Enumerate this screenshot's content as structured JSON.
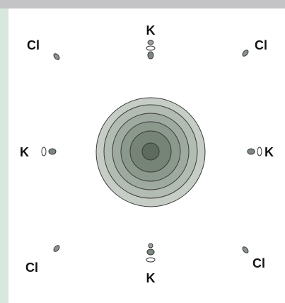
{
  "labels": {
    "cl_top_left": "Cl",
    "k_top": "K",
    "cl_top_right": "Cl",
    "k_left": "K",
    "k_right": "K",
    "cl_bottom_left": "Cl",
    "k_bottom": "K",
    "cl_bottom_right": "Cl"
  },
  "colors": {
    "top_frame": "#c4c4c7",
    "left_frame": "#d9e8df",
    "sphere_outer": "#c6cdc6",
    "sphere_inner": "#5d6b5f",
    "outline": "#3a3a3a"
  }
}
